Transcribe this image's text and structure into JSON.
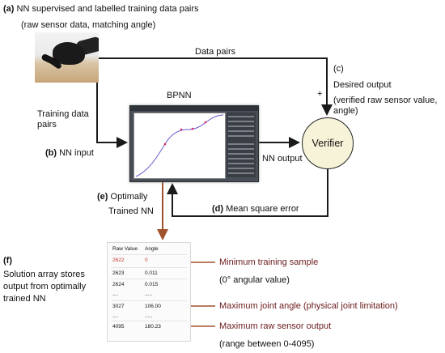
{
  "labels": {
    "a_tag": "(a)",
    "a_title": "NN supervised and labelled training data pairs",
    "a_sub": "(raw sensor data, matching angle)",
    "data_pairs": "Data pairs",
    "c_tag": "(c)",
    "c_title": "Desired output",
    "c_detail_1": "(verified raw sensor value,",
    "c_detail_2": "angle)",
    "plus": "+",
    "minus": "-",
    "bpnn": "BPNN",
    "training_1": "Training data",
    "training_2": "pairs",
    "b_tag": "(b)",
    "b_title": "NN input",
    "nn_output": "NN output",
    "verifier": "Verifier",
    "e_tag": "(e)",
    "e_title_1": "Optimally",
    "e_title_2": "Trained NN",
    "d_tag": "(d)",
    "d_title": "Mean square error",
    "f_tag": "(f)",
    "f_1": "Solution array stores",
    "f_2": "output from optimally",
    "f_3": "trained NN",
    "anno_min_1": "Minimum training sample",
    "anno_min_2": "(0° angular value)",
    "anno_joint": "Maximum joint angle (physical joint limitation)",
    "anno_raw_1": "Maximum raw sensor output",
    "anno_raw_2": "(range between 0-4095)"
  },
  "solution_table": {
    "headers": [
      "Raw Value",
      "Angle"
    ],
    "rows": [
      [
        "2622",
        "0"
      ],
      [
        "2623",
        "0.011"
      ],
      [
        "2624",
        "0.015"
      ],
      [
        "....",
        "....."
      ],
      [
        "3027",
        "106.00"
      ],
      [
        "....",
        "....."
      ],
      [
        "4095",
        "180.23"
      ]
    ]
  },
  "colors": {
    "arrow": "#1a1a1a",
    "annotation_arrow": "#a0522d",
    "highlight_row": "#c0392b",
    "verifier_fill": "#f7f3d8",
    "curve": "#6a5acd"
  }
}
